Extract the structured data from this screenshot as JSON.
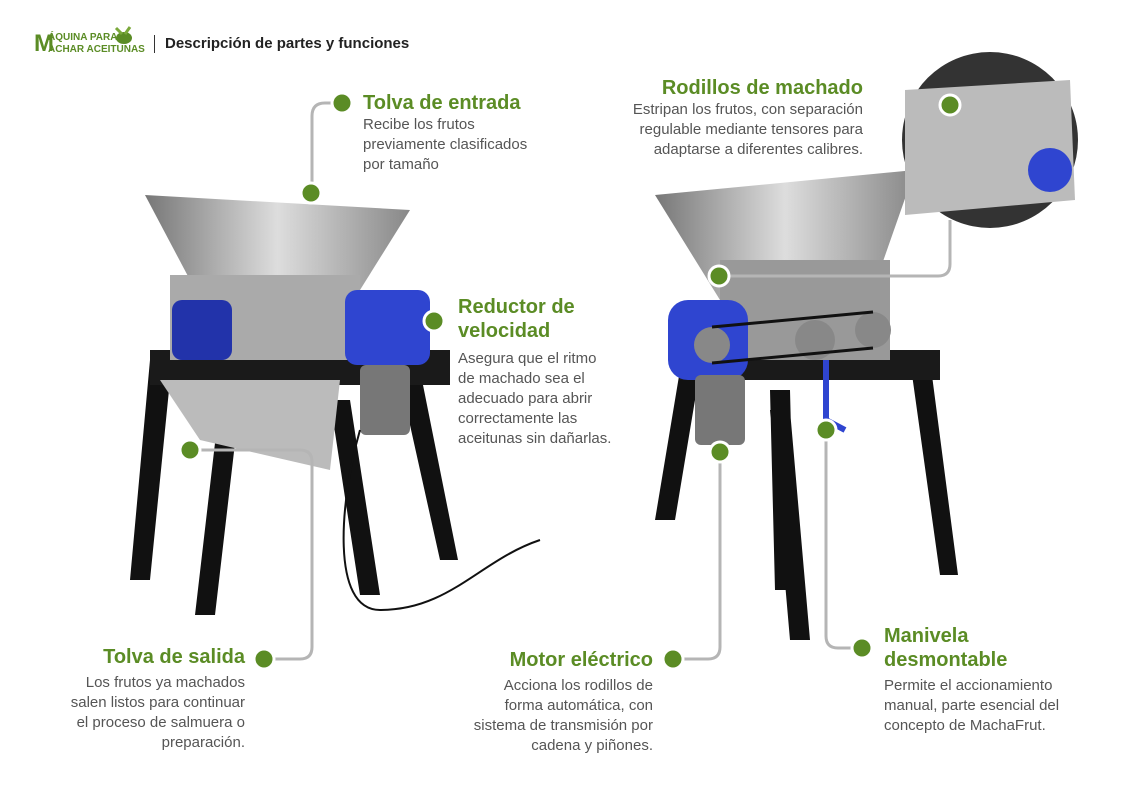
{
  "header": {
    "logo_line1": "ÁQUINA PARA",
    "logo_line2": "ACHAR ACEITUNAS",
    "logo_letter": "M",
    "title": "Descripción de partes y funciones"
  },
  "parts": [
    {
      "title": "Tolva de entrada",
      "desc": [
        "Recibe los frutos",
        "previamente clasificados",
        "por tamaño"
      ]
    },
    {
      "title": "Reductor de",
      "title2": "velocidad",
      "desc": [
        "Asegura que el ritmo",
        "de machado sea el",
        "adecuado para abrir",
        "correctamente las",
        "aceitunas sin dañarlas."
      ]
    },
    {
      "title": "Tolva de salida",
      "desc": [
        "Los frutos ya machados",
        "salen listos para continuar",
        "el proceso de salmuera o",
        "preparación."
      ]
    },
    {
      "title": "Rodillos de machado",
      "desc": [
        "Estripan los frutos, con separación",
        "regulable mediante tensores para",
        "adaptarse a diferentes calibres."
      ]
    },
    {
      "title": "Motor eléctrico",
      "desc": [
        "Acciona los rodillos de",
        "forma automática, con",
        "sistema de transmisión por",
        "cadena y piñones."
      ]
    },
    {
      "title": "Manivela",
      "title2": "desmontable",
      "desc": [
        "Permite el accionamiento",
        "manual, parte esencial del",
        "concepto de MachaFrut."
      ]
    }
  ],
  "colors": {
    "accent": "#5b8c25",
    "leader": "#b5b5b5",
    "motor": "#3344cc"
  }
}
